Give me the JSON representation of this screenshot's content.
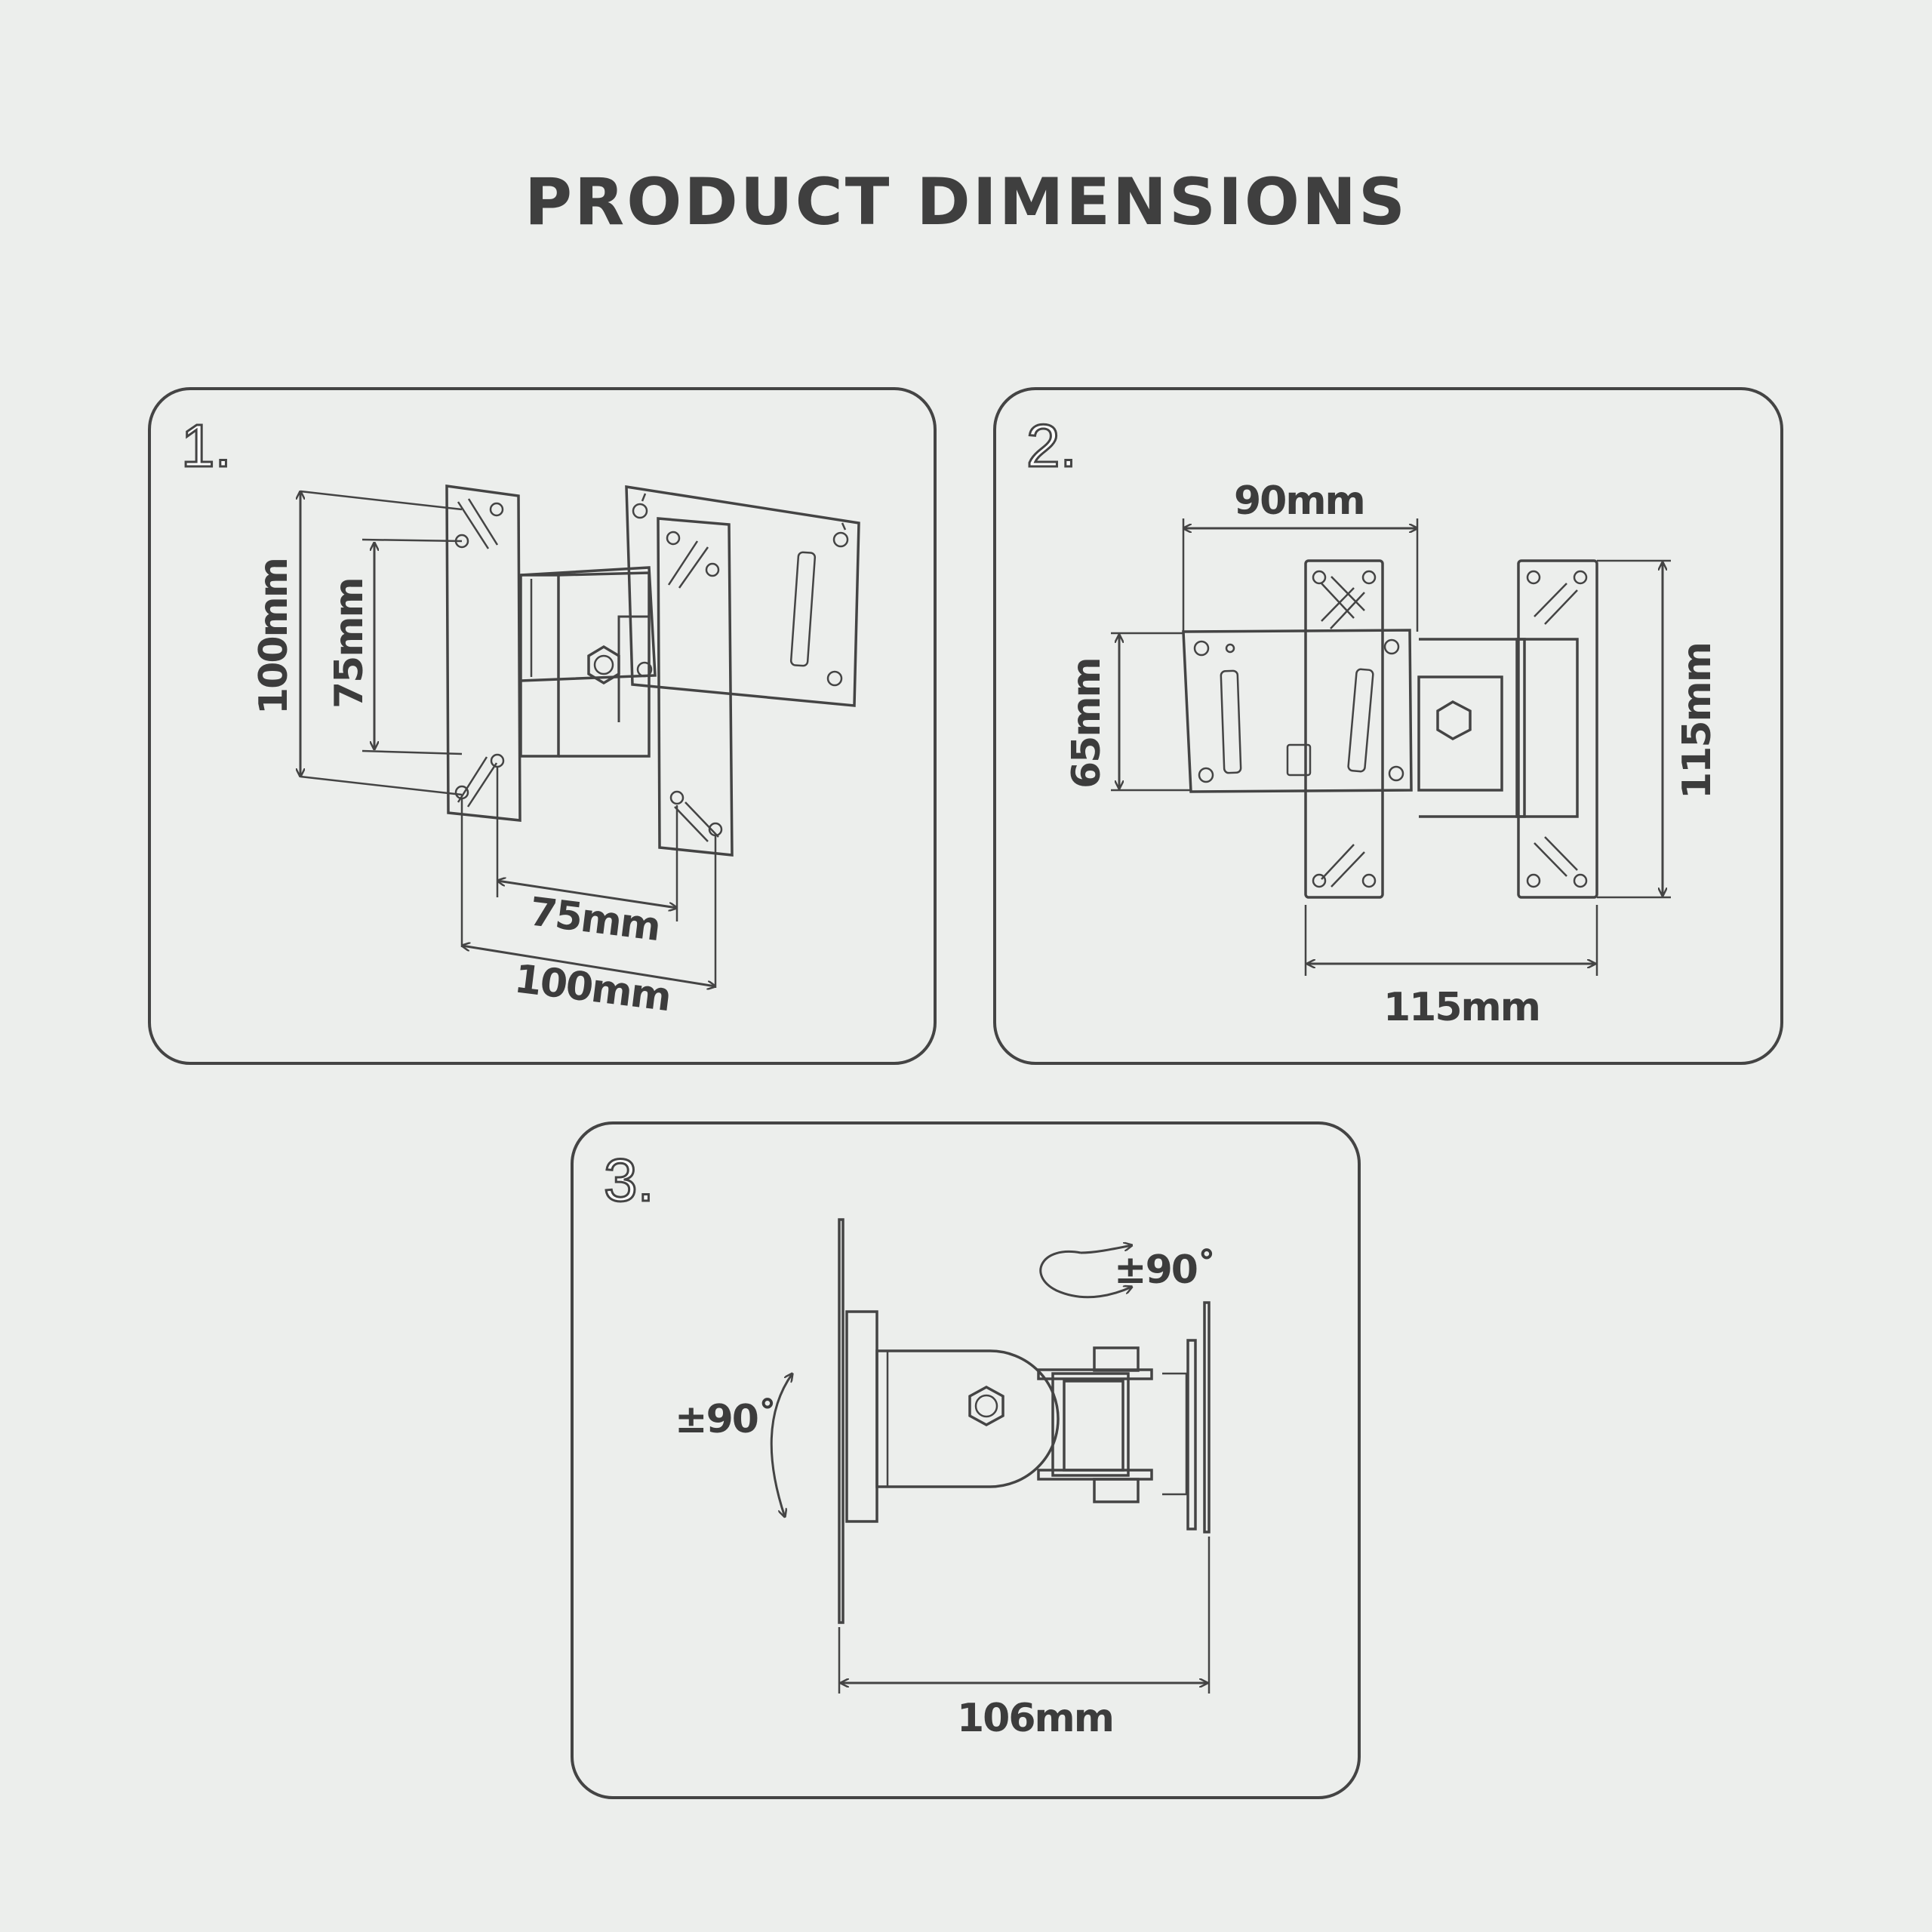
{
  "title": "PRODUCT DIMENSIONS",
  "panels": [
    {
      "number": "1.",
      "labels": {
        "height_outer": "100mm",
        "height_inner": "75mm",
        "width_inner": "75mm",
        "width_outer": "100mm"
      }
    },
    {
      "number": "2.",
      "labels": {
        "top_width": "90mm",
        "left_height": "65mm",
        "right_height": "115mm",
        "bottom_width": "115mm"
      }
    },
    {
      "number": "3.",
      "labels": {
        "tilt": "±90˚",
        "swivel": "±90˚",
        "depth": "106mm"
      }
    }
  ]
}
